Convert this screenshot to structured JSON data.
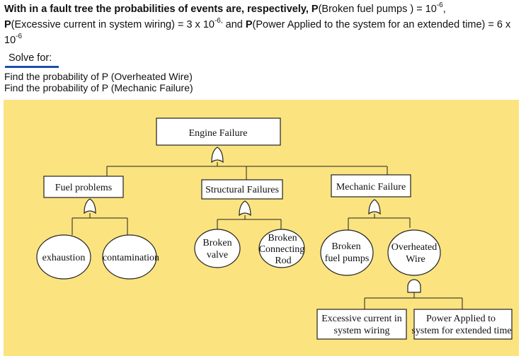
{
  "question": {
    "intro": "With in a fault tree the probabilities of events are, respectively, ",
    "p1_label": "P",
    "p1_event": "(Broken fuel pumps ) = 10",
    "p1_exp": "-6",
    "sep1": ",",
    "p2_label": "P",
    "p2_event": "(Excessive current in system wiring) = 3 x 10",
    "p2_exp": "-6,",
    "and": " and ",
    "p3_label": "P",
    "p3_event": "(Power Applied to the system for an extended time) = 6 x 10",
    "p3_exp": "-6"
  },
  "solve_label": "Solve for:",
  "tasks": [
    "Find the probability of P (Overheated Wire)",
    "Find the probability of P (Mechanic Failure)"
  ],
  "tree": {
    "top": "Engine Failure",
    "fuel": "Fuel problems",
    "structural": "Structural Failures",
    "mechanic": "Mechanic Failure",
    "exhaustion": "exhaustion",
    "contamination": "contamination",
    "broken_valve": [
      "Broken",
      "valve"
    ],
    "broken_rod": [
      "Broken",
      "Connecting",
      "Rod"
    ],
    "broken_pumps": [
      "Broken",
      "fuel pumps"
    ],
    "overheated_wire": [
      "Overheated",
      "Wire"
    ],
    "excessive_current": [
      "Excessive current in",
      "system wiring"
    ],
    "power_applied": [
      "Power Applied to",
      "system for extended time"
    ]
  },
  "colors": {
    "panel": "#fbe37f",
    "underline": "#1f4fa8"
  }
}
